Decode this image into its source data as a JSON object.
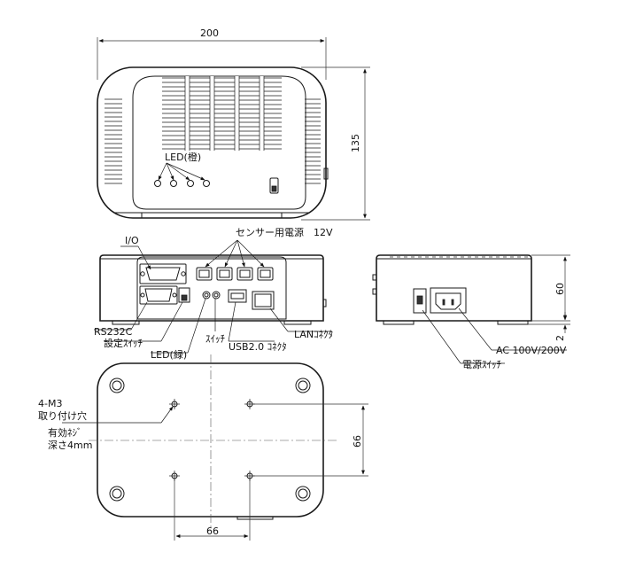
{
  "dimensions": {
    "top_width": "200",
    "top_height": "135",
    "side_height": "60",
    "side_foot": "2",
    "bottom_vertical": "66",
    "bottom_horizontal": "66"
  },
  "labels": {
    "led_orange": "LED(橙)",
    "io": "I/O",
    "sensor_power": "センサー用電源　12V",
    "rs232c": "RS232C",
    "settings_switch": "設定ｽｲｯﾁ",
    "switch": "ｽｲｯﾁ",
    "led_green": "LED(緑)",
    "usb": "USB2.0 ｺﾈｸﾀ",
    "lan": "LANｺﾈｸﾀ",
    "ac": "AC 100V/200V",
    "power_switch": "電源ｽｲｯﾁ",
    "mount_hole": "4-M3",
    "mount_hole_2": "取り付け穴",
    "thread_depth": "有効ﾈｼﾞ",
    "thread_depth_2": "深さ4mm"
  }
}
